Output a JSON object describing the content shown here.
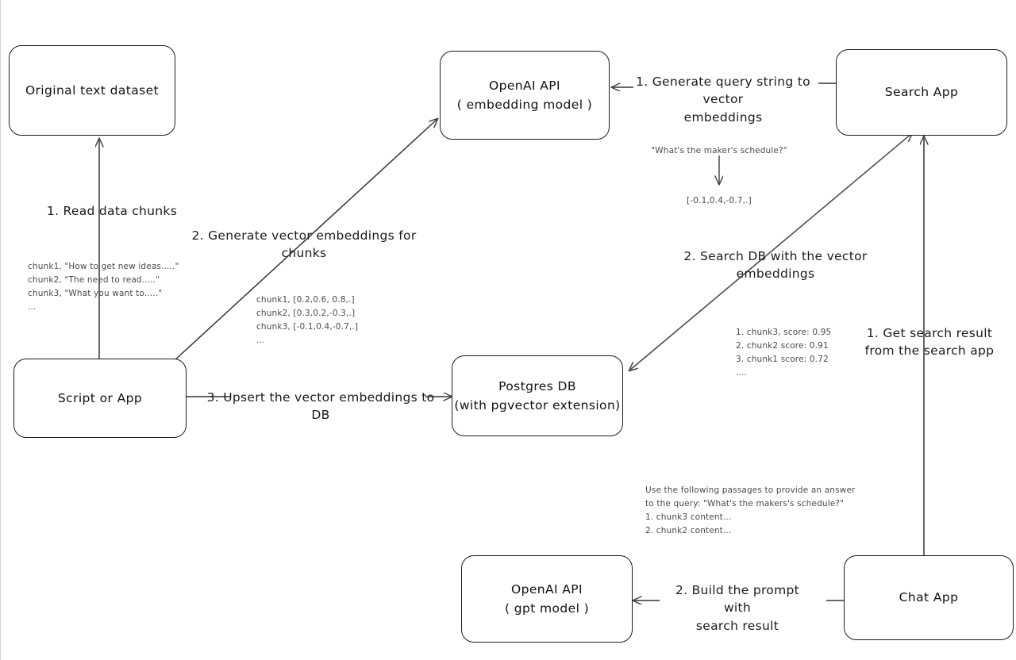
{
  "diagram": {
    "title": "RAG pipeline with pgvector",
    "ink_color": "#1d1d1d",
    "note_color": "#4a4a4a",
    "background": "#ffffff"
  },
  "nodes": {
    "original_dataset": {
      "label": "Original text dataset"
    },
    "script_or_app": {
      "label": "Script or App"
    },
    "openai_embedding": {
      "line1": "OpenAI API",
      "line2": "( embedding model )"
    },
    "postgres_db": {
      "line1": "Postgres DB",
      "line2": "(with pgvector extension)"
    },
    "search_app": {
      "label": "Search App"
    },
    "chat_app": {
      "label": "Chat App"
    },
    "openai_gpt": {
      "line1": "OpenAI API",
      "line2": "( gpt model )"
    }
  },
  "edge_labels": {
    "read_data_chunks": "1. Read data chunks",
    "generate_vector_embeddings": "2. Generate vector embeddings for chunks",
    "upsert_to_db": "3. Upsert the vector embeddings  to DB",
    "generate_query_string": "1. Generate query string to vector\nembeddings",
    "search_db": "2. Search DB with the vector embeddings",
    "get_search_result": "1. Get search result\nfrom the search app",
    "build_prompt": "2. Build the prompt with\nsearch result"
  },
  "notes": {
    "chunks_sample": "chunk1, \"How to get new ideas.....\"\nchunk2, \"The need to read.....\"\nchunk3, \"What you want to.....\"\n...",
    "embeddings_sample": "chunk1, [0.2,0.6, 0.8,.]\nchunk2, [0.3,0.2,-0.3,.]\nchunk3, [-0.1,0.4,-0.7,.]\n...",
    "query_string": "\"What's the maker's schedule?\"",
    "query_vector": "[-0.1,0.4,-0.7,.]",
    "search_results": "1. chunk3, score: 0.95\n2. chunk2 score: 0.91\n3. chunk1 score: 0.72\n....",
    "prompt_sample": "Use the following passages to provide an answer\nto the query: \"What's the makers's schedule?\"\n1. chunk3 content...\n2. chunk2 content..."
  }
}
